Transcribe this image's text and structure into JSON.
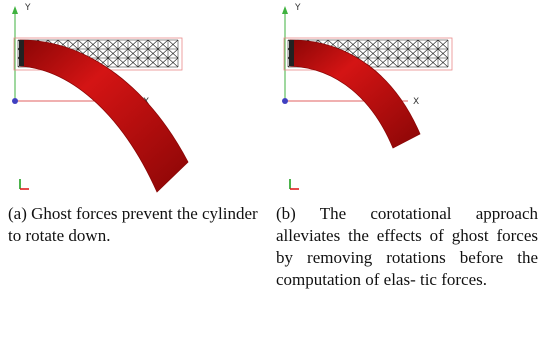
{
  "figure": {
    "panels": [
      {
        "id": "a",
        "axes": {
          "y_label": "Y",
          "x_label": "X"
        },
        "caption": "(a) Ghost forces prevent the cylinder to rotate down."
      },
      {
        "id": "b",
        "axes": {
          "y_label": "Y",
          "x_label": "X"
        },
        "caption": "(b) The corotational approach alleviates the effects of ghost forces by removing rotations before the computation of elas- tic forces."
      }
    ],
    "colors": {
      "beam": "#d41414",
      "beam_dark": "#8a0606",
      "mesh": "#1a1a1a",
      "bounding_box": "#e88a8a",
      "y_axis": "#3fb23f",
      "x_axis": "#e06060",
      "origin": "#4040c0",
      "corner_x": "#e02020",
      "corner_y": "#20a020"
    }
  }
}
